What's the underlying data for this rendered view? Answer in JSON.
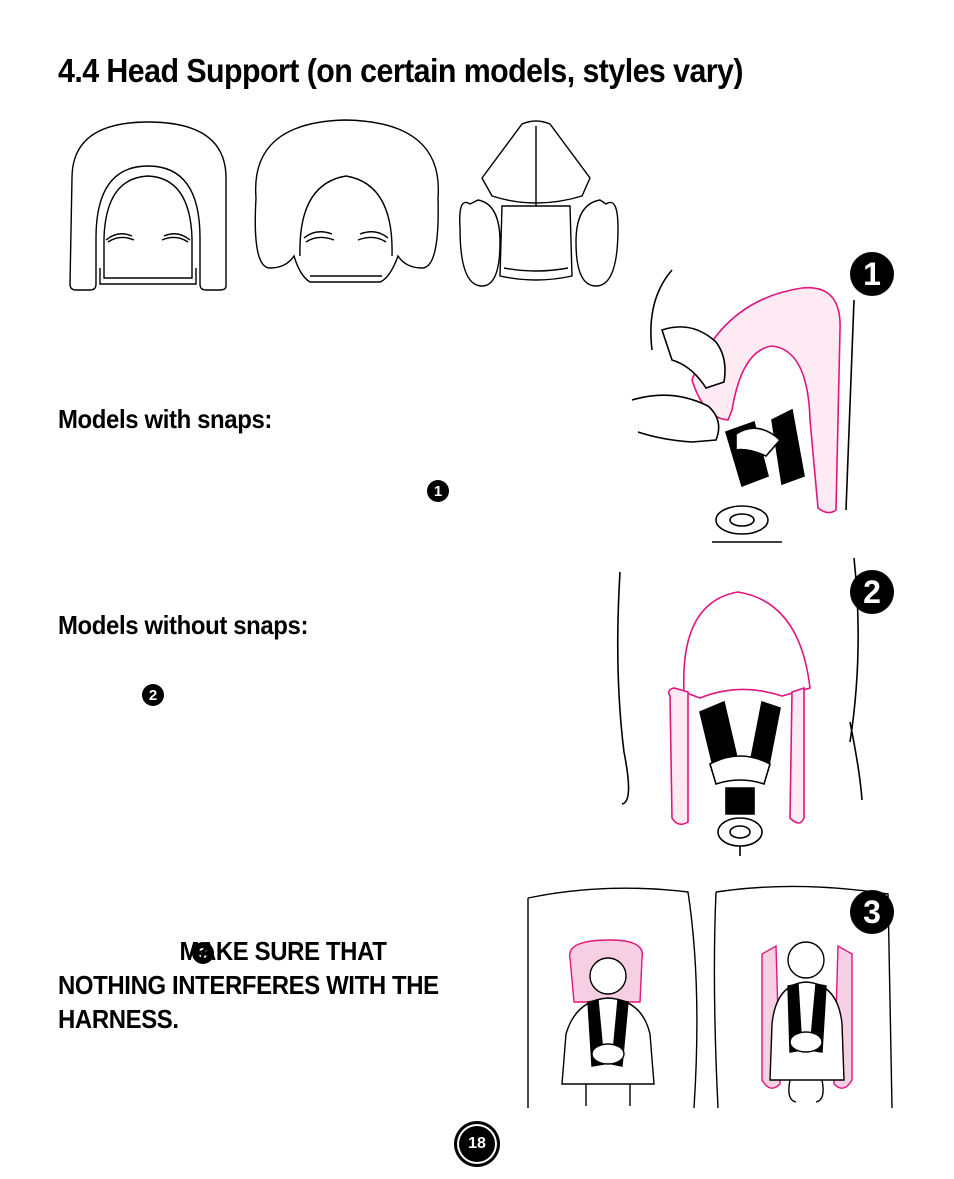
{
  "page": {
    "title": "4.4 Head Support (on certain models, styles vary)",
    "sections": {
      "with_snaps": "Models with snaps:",
      "without_snaps": "Models without snaps:"
    },
    "warning": {
      "marker": "3",
      "line1": "MAKE SURE THAT",
      "line2": "NOTHING INTERFERES WITH THE",
      "line3": "HARNESS."
    },
    "step_markers": [
      "1",
      "2",
      "3"
    ],
    "page_number": "18"
  },
  "colors": {
    "accent_pink": "#e0167f",
    "pink_fill": "#f7cfe3",
    "ink": "#000000"
  },
  "icons": {
    "step_marker": "filled-circle-number",
    "page_badge": "filled-circle-number"
  }
}
